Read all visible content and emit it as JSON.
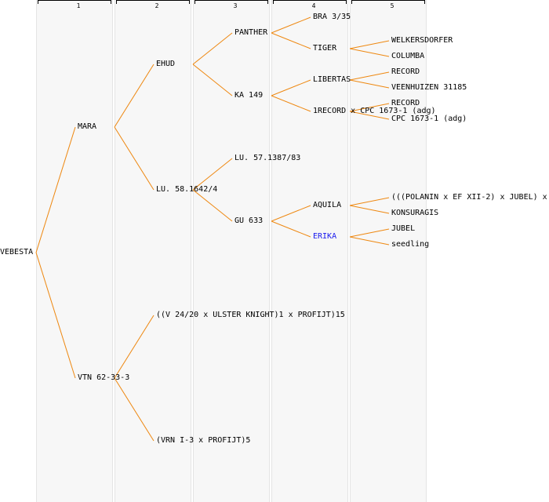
{
  "colors": {
    "line": "#ee8811",
    "highlight": "#1a1aee",
    "column": "#f7f7f7"
  },
  "generations": [
    "1",
    "2",
    "3",
    "4",
    "5"
  ],
  "nodes": {
    "root": "VEBESTA",
    "mara": "MARA",
    "vtn": "VTN 62-33-3",
    "ehud": "EHUD",
    "lu58": "LU. 58.1642/4",
    "v2420": "((V 24/20 x ULSTER KNIGHT)1 x PROFIJT)15",
    "vrn": "(VRN I-3 x PROFIJT)5",
    "panther": "PANTHER",
    "ka149": "KA 149",
    "lu57": "LU. 57.1387/83",
    "gu633": "GU 633",
    "bra": "BRA 3/35",
    "tiger": "TIGER",
    "libertas": "LIBERTAS",
    "record1": "1RECORD x CPC 1673-1 (adg)",
    "aquila": "AQUILA",
    "erika": "ERIKA",
    "welkersdorfer": "WELKERSDORFER",
    "columba": "COLUMBA",
    "record_a": "RECORD",
    "veenhuizen": "VEENHUIZEN 31185",
    "record_b": "RECORD",
    "cpc": "CPC 1673-1 (adg)",
    "polanin": "(((POLANIN x EF XII-2) x JUBEL) x",
    "konsuragis": "KONSURAGIS",
    "jubel": "JUBEL",
    "seedling": "seedling"
  }
}
